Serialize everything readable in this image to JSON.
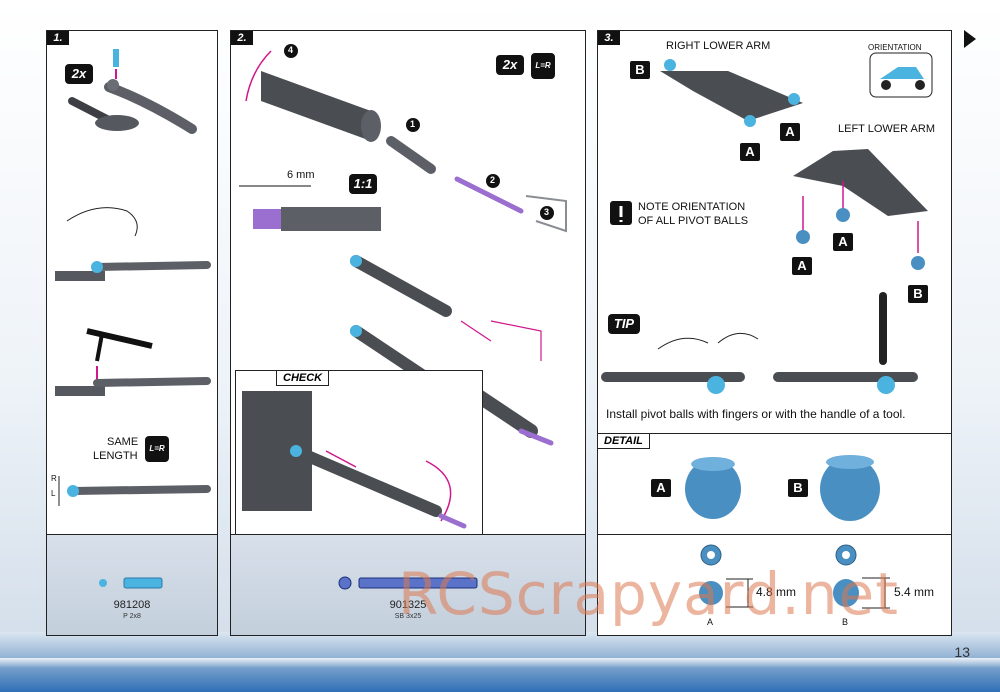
{
  "page": {
    "number": "13",
    "watermark": "RCScrapyard.net"
  },
  "panel1": {
    "step": "1.",
    "multiplier": "2x",
    "same_length_line1": "SAME",
    "same_length_line2": "LENGTH",
    "lr_badge": "L=R",
    "dim_r": "R",
    "dim_l": "L",
    "part_code": "981208",
    "part_desc": "P 2x8"
  },
  "panel2": {
    "step": "2.",
    "multiplier": "2x",
    "lr_badge": "L=R",
    "scale": "1:1",
    "measure": "6 mm",
    "check": "CHECK",
    "callouts": [
      "1",
      "2",
      "3",
      "4"
    ],
    "part_code": "901325",
    "part_desc": "SB 3x25"
  },
  "panel3": {
    "step": "3.",
    "right_lower_arm": "RIGHT LOWER ARM",
    "left_lower_arm": "LEFT LOWER ARM",
    "orientation": "ORIENTATION",
    "note_line1": "NOTE ORIENTATION",
    "note_line2": "OF ALL PIVOT BALLS",
    "tip": "TIP",
    "tip_text": "Install pivot balls with fingers or with the handle of a tool.",
    "detail": "DETAIL",
    "letters": {
      "a": "A",
      "b": "B"
    },
    "dim_a": "4.8 mm",
    "dim_b": "5.4 mm"
  },
  "colors": {
    "accent_blue": "#4a9ed6",
    "magenta": "#d0178c",
    "purple": "#9a6fd0",
    "part_gray": "#4a4d52"
  }
}
